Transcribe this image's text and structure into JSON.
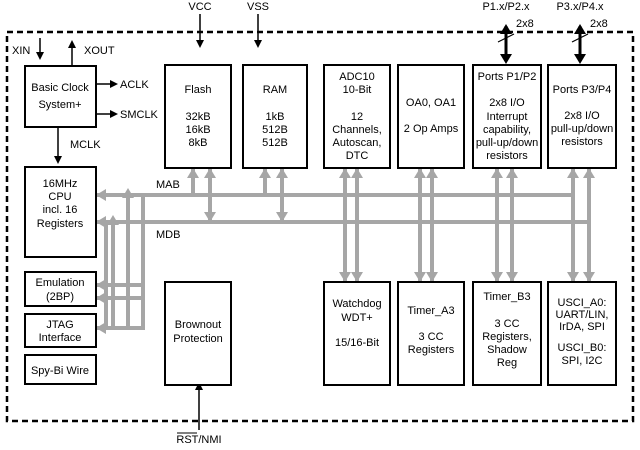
{
  "pins": {
    "vcc": "VCC",
    "vss": "VSS",
    "p1": "P1.x/P2.x",
    "p3": "P3.x/P4.x",
    "x8_a": "2x8",
    "x8_b": "2x8",
    "xin": "XIN",
    "xout": "XOUT",
    "aclk": "ACLK",
    "smclk": "SMCLK",
    "mclk": "MCLK",
    "mab": "MAB",
    "mdb": "MDB",
    "rst": "RST/NMI"
  },
  "blocks": {
    "clock": [
      "Basic Clock",
      "System+"
    ],
    "cpu": [
      "16MHz",
      "CPU",
      "incl. 16",
      "Registers"
    ],
    "emulation": [
      "Emulation",
      "(2BP)"
    ],
    "jtag": [
      "JTAG",
      "Interface"
    ],
    "spybi": [
      "Spy-Bi Wire"
    ],
    "flash": [
      "Flash",
      "32kB",
      "16kB",
      "8kB"
    ],
    "ram": [
      "RAM",
      "1kB",
      "512B",
      "512B"
    ],
    "adc": [
      "ADC10",
      "10-Bit",
      "12",
      "Channels,",
      "Autoscan,",
      "DTC"
    ],
    "oa": [
      "OA0, OA1",
      "2 Op Amps"
    ],
    "ports12": [
      "Ports P1/P2",
      "2x8 I/O",
      "Interrupt",
      "capability,",
      "pull-up/down",
      "resistors"
    ],
    "ports34": [
      "Ports P3/P4",
      "2x8 I/O",
      "pull-up/down",
      "resistors"
    ],
    "brownout": [
      "Brownout",
      "Protection"
    ],
    "watchdog": [
      "Watchdog",
      "WDT+",
      "15/16-Bit"
    ],
    "timera": [
      "Timer_A3",
      "3 CC",
      "Registers"
    ],
    "timerb": [
      "Timer_B3",
      "3 CC",
      "Registers,",
      "Shadow",
      "Reg"
    ],
    "usci": [
      "USCI_A0:",
      "UART/LIN,",
      "IrDA, SPI",
      "USCI_B0:",
      "SPI, I2C"
    ]
  }
}
